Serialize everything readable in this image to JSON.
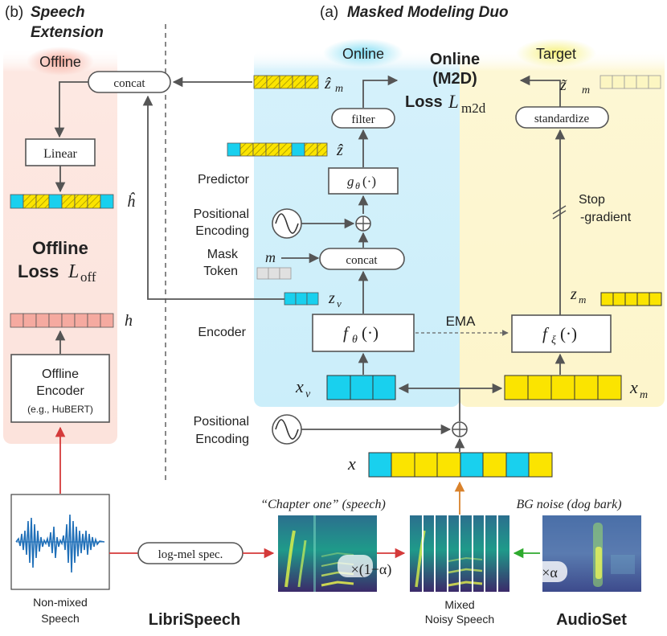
{
  "labels": {
    "section_b": "(b)",
    "section_b_title_1": "Speech",
    "section_b_title_2": "Extension",
    "section_a": "(a)",
    "section_a_title": "Masked Modeling Duo",
    "offline": "Offline",
    "online": "Online",
    "target": "Target",
    "concat": "concat",
    "linear": "Linear",
    "offline_loss_1": "Offline",
    "offline_loss_2": "Loss",
    "offline_loss_sym": "L",
    "offline_loss_sub": "off",
    "h_hat": "ĥ",
    "h": "h",
    "offline_encoder_1": "Offline",
    "offline_encoder_2": "Encoder",
    "offline_encoder_3": "(e.g., HuBERT)",
    "filter": "filter",
    "standardize": "standardize",
    "online_loss_1": "Online",
    "online_loss_2": "(M2D)",
    "online_loss_3": "Loss",
    "online_loss_sym": "L",
    "online_loss_sub": "m2d",
    "z_hat_m": "ẑ",
    "z_hat_m_sub": "m",
    "z_hat": "ẑ",
    "z_tilde_m": "z̃",
    "z_tilde_m_sub": "m",
    "predictor": "Predictor",
    "g_theta": "g",
    "g_theta_sub": "θ",
    "g_theta_arg": "(·)",
    "positional_encoding_1": "Positional",
    "positional_encoding_2": "Encoding",
    "mask_token_1": "Mask",
    "mask_token_2": "Token",
    "m": "m",
    "stop_gradient_1": "Stop",
    "stop_gradient_2": "-gradient",
    "z_v": "z",
    "z_v_sub": "v",
    "z_m": "z",
    "z_m_sub": "m",
    "encoder": "Encoder",
    "f_theta": "f",
    "f_theta_sub": "θ",
    "f_arg": "(·)",
    "ema": "EMA",
    "f_xi": "f",
    "f_xi_sub": "ξ",
    "x_v": "x",
    "x_v_sub": "v",
    "x_m": "x",
    "x_m_sub": "m",
    "x": "x",
    "chapter_one": "“Chapter one” (speech)",
    "bg_noise": "BG noise (dog bark)",
    "log_mel": "log-mel spec.",
    "one_minus_alpha": "×(1−α)",
    "alpha": "×α",
    "non_mixed_1": "Non-mixed",
    "non_mixed_2": "Speech",
    "librispeech": "LibriSpeech",
    "mixed_1": "Mixed",
    "mixed_2": "Noisy Speech",
    "audioset": "AudioSet"
  },
  "colors": {
    "token_blue": "#19d0ee",
    "token_yellow": "#fbe400",
    "online_bg": "#cfeefa",
    "target_bg": "#fdf6cf",
    "offline_bg": "#fde6e0",
    "librispeech_red": "#d43a3a",
    "audioset_green": "#2e8b1e",
    "arrow_red": "#d43a3a",
    "arrow_orange": "#d9822b",
    "arrow_green": "#2eaa2e"
  }
}
